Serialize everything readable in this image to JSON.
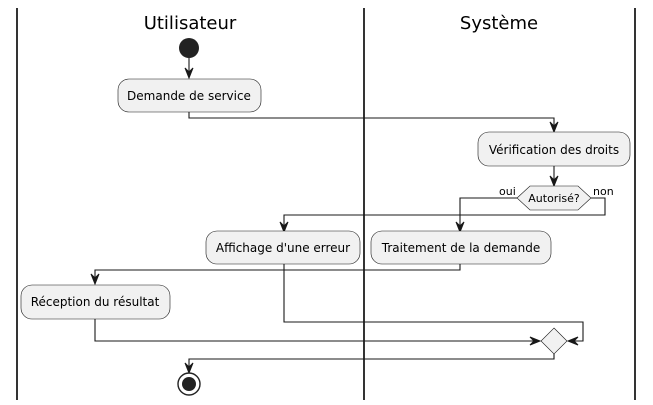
{
  "lanes": {
    "left": "Utilisateur",
    "right": "Système"
  },
  "nodes": {
    "request": "Demande de service",
    "check": "Vérification des droits",
    "decision": "Autorisé?",
    "error": "Affichage d'une erreur",
    "process": "Traitement de la demande",
    "receive": "Réception du résultat"
  },
  "guards": {
    "yes": "oui",
    "no": "non"
  },
  "colors": {
    "node_fill": "#f1f1f1",
    "line": "#181818",
    "start_end": "#222222"
  }
}
